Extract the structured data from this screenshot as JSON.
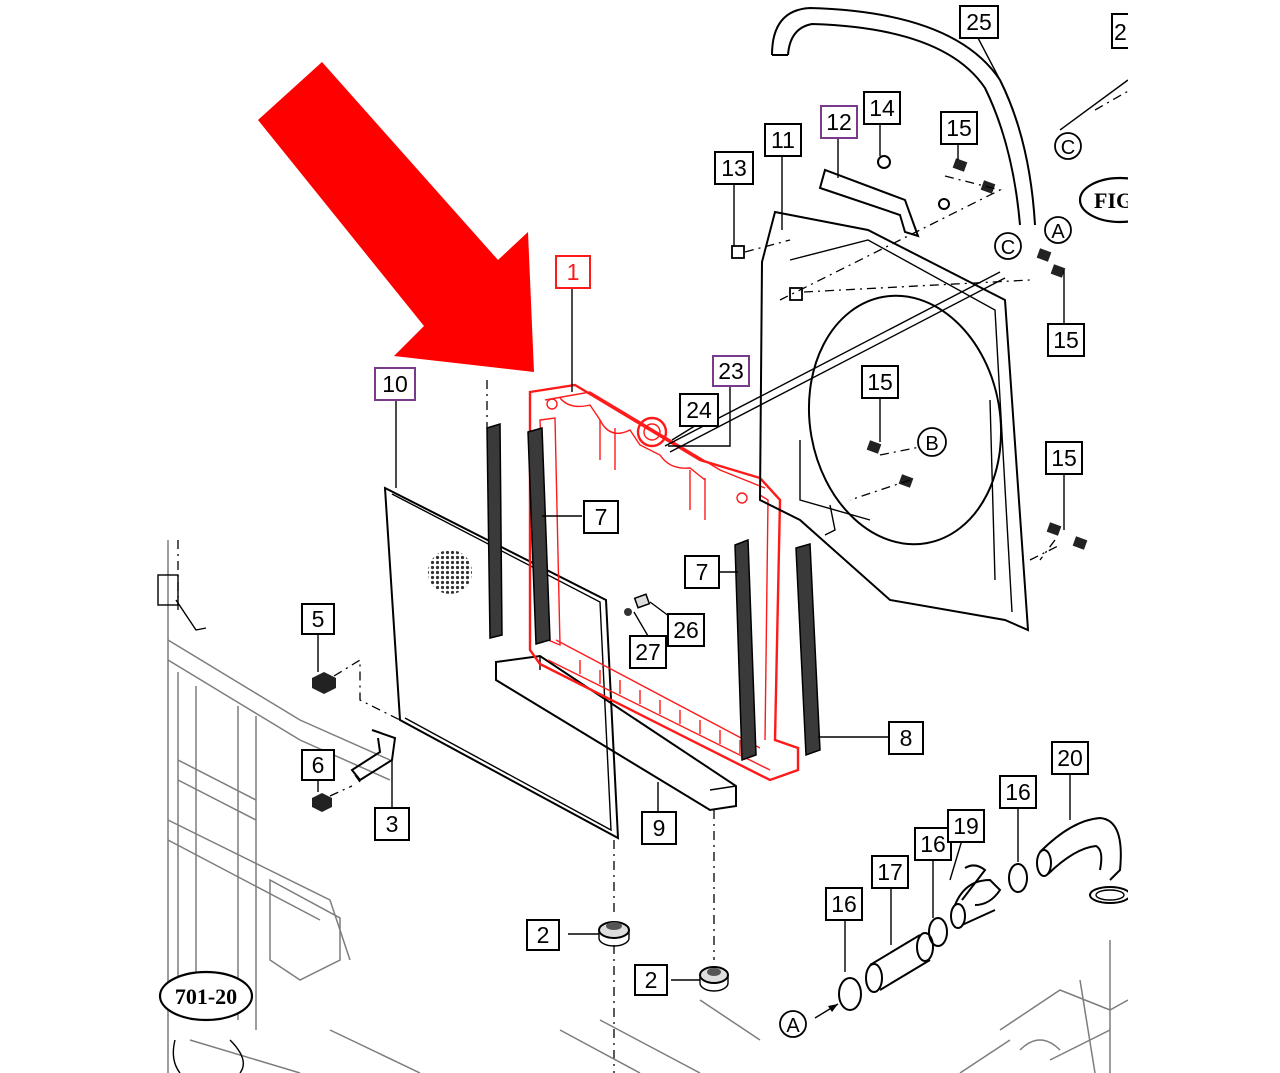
{
  "colors": {
    "arrow": "#ff0000",
    "highlight": "#ff1a1a",
    "box_black": "#000000",
    "box_purple": "#7a3a8c",
    "box_red": "#ff1a1a"
  },
  "callouts": [
    {
      "id": "c1",
      "text": "1",
      "color": "red"
    },
    {
      "id": "c2a",
      "text": "2",
      "color": "black"
    },
    {
      "id": "c2b",
      "text": "2",
      "color": "black"
    },
    {
      "id": "c3",
      "text": "3",
      "color": "black"
    },
    {
      "id": "c5",
      "text": "5",
      "color": "black"
    },
    {
      "id": "c6",
      "text": "6",
      "color": "black"
    },
    {
      "id": "c7a",
      "text": "7",
      "color": "black"
    },
    {
      "id": "c7b",
      "text": "7",
      "color": "black"
    },
    {
      "id": "c8",
      "text": "8",
      "color": "black"
    },
    {
      "id": "c9",
      "text": "9",
      "color": "black"
    },
    {
      "id": "c10",
      "text": "10",
      "color": "purple"
    },
    {
      "id": "c11",
      "text": "11",
      "color": "black"
    },
    {
      "id": "c12",
      "text": "12",
      "color": "purple"
    },
    {
      "id": "c13",
      "text": "13",
      "color": "black"
    },
    {
      "id": "c14",
      "text": "14",
      "color": "black"
    },
    {
      "id": "c15a",
      "text": "15",
      "color": "black"
    },
    {
      "id": "c15b",
      "text": "15",
      "color": "black"
    },
    {
      "id": "c15c",
      "text": "15",
      "color": "black"
    },
    {
      "id": "c15d",
      "text": "15",
      "color": "black"
    },
    {
      "id": "c16a",
      "text": "16",
      "color": "black"
    },
    {
      "id": "c16b",
      "text": "16",
      "color": "black"
    },
    {
      "id": "c16c",
      "text": "16",
      "color": "black"
    },
    {
      "id": "c17",
      "text": "17",
      "color": "black"
    },
    {
      "id": "c19",
      "text": "19",
      "color": "black"
    },
    {
      "id": "c20",
      "text": "20",
      "color": "black"
    },
    {
      "id": "c23",
      "text": "23",
      "color": "purple"
    },
    {
      "id": "c24",
      "text": "24",
      "color": "black"
    },
    {
      "id": "c25",
      "text": "25",
      "color": "black"
    },
    {
      "id": "c26",
      "text": "26",
      "color": "black"
    },
    {
      "id": "c27",
      "text": "27",
      "color": "black"
    }
  ],
  "connectors": [
    {
      "id": "kA1",
      "text": "A"
    },
    {
      "id": "kA2",
      "text": "A"
    },
    {
      "id": "kB",
      "text": "B"
    },
    {
      "id": "kC1",
      "text": "C"
    },
    {
      "id": "kC2",
      "text": "C"
    }
  ],
  "ref_labels": {
    "fig": "FIG",
    "sheet": "701-20",
    "partial_box": "2"
  }
}
